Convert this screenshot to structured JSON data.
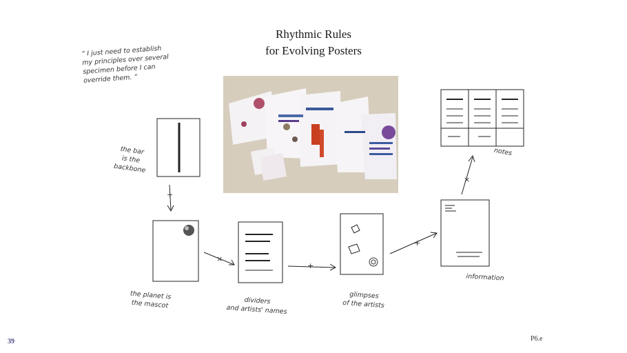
{
  "title": {
    "line1": "Rhythmic Rules",
    "line2": "for Evolving Posters"
  },
  "quote": "“ I just need to establish\nmy principles over several\nspecimen before I can\noverride them. ”",
  "labels": {
    "backbone": "the bar\nis the\nbackbone",
    "planet": "the planet is\nthe mascot",
    "dividers": "dividers\nand artists' names",
    "glimpses": "glimpses\nof the artists",
    "information": "information",
    "notes": "notes"
  },
  "operators": {
    "plus": "+",
    "times": "×"
  },
  "footer": {
    "page_number": "39",
    "code": "P6.e"
  },
  "colors": {
    "ink": "#333333",
    "page_number": "#4a4a8a",
    "photo_background": "#d8cfbf"
  }
}
